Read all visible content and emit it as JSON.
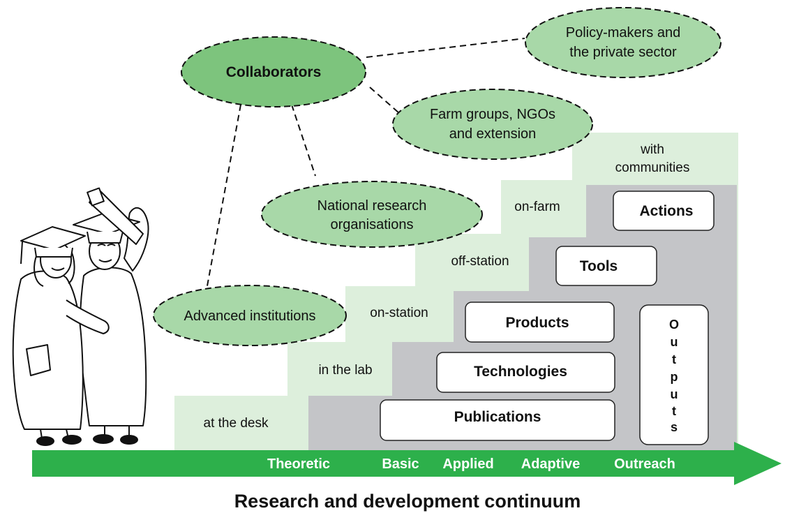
{
  "collaborators": {
    "main": "Collaborators",
    "policy": [
      "Policy-makers and",
      "the private sector"
    ],
    "farm": [
      "Farm groups, NGOs",
      "and extension"
    ],
    "national": [
      "National research",
      "organisations"
    ],
    "advanced": "Advanced institutions"
  },
  "steps": {
    "desk": "at the desk",
    "lab": "in the lab",
    "station": "on-station",
    "offstation": "off-station",
    "onfarm": "on-farm",
    "communities": [
      "with",
      "communities"
    ]
  },
  "outputs_list": {
    "publications": "Publications",
    "technologies": "Technologies",
    "products": "Products",
    "tools": "Tools",
    "actions": "Actions"
  },
  "outputs_label": [
    "O",
    "u",
    "t",
    "p",
    "u",
    "t",
    "s"
  ],
  "continuum": {
    "stages": [
      "Theoretic",
      "Basic",
      "Applied",
      "Adaptive",
      "Outreach"
    ],
    "title": "Research and development continuum"
  },
  "illustration": "graduates-drawing",
  "colors": {
    "ellipse_dark": "#7dc47d",
    "ellipse_light": "#a8d8a8",
    "step_light": "#ddefdc",
    "step_gray": "#c4c5c8",
    "arrow": "#2db04b",
    "arrow_text": "#ffffff"
  }
}
